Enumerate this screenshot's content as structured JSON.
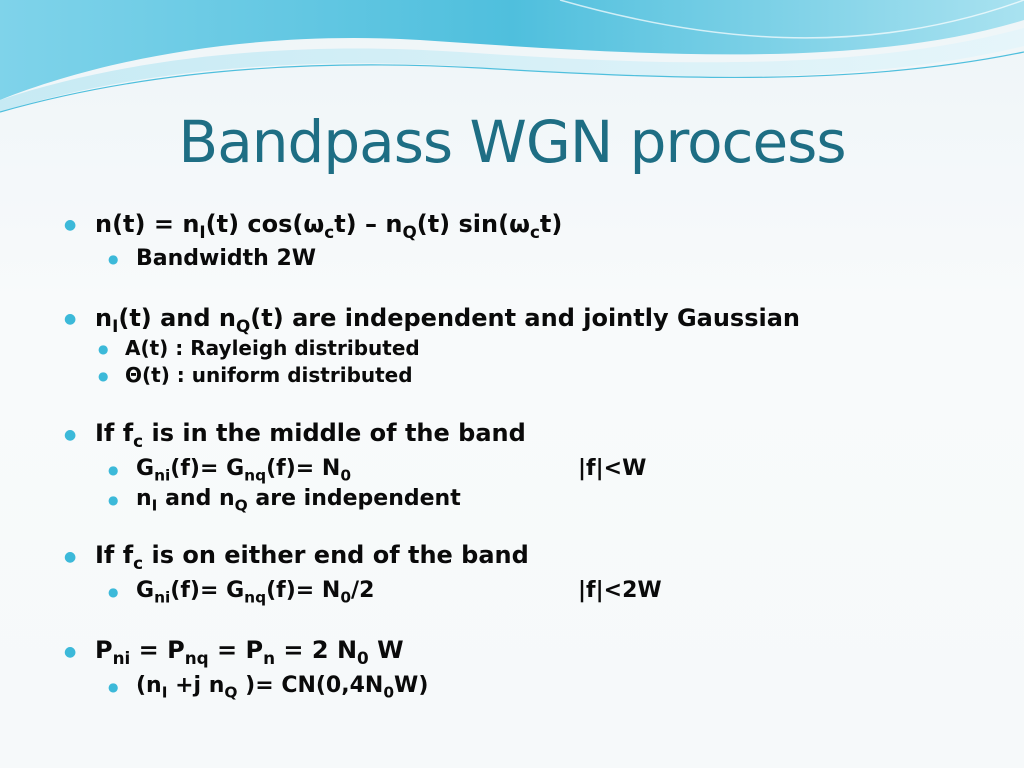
{
  "title": "Bandpass WGN process",
  "colors": {
    "title": "#1e6e84",
    "bullet": "#3cb9d9",
    "wave": "#5bc6e0"
  },
  "bullets": {
    "b1": {
      "p1": "n(t) = n",
      "s1": "I",
      "p2": "(t) cos(ω",
      "s2": "c",
      "p3": "t) – n",
      "s3": "Q",
      "p4": "(t) sin(ω",
      "s4": "c",
      "p5": "t)"
    },
    "b1a": "Bandwidth 2W",
    "b2": {
      "p1": "n",
      "s1": "I",
      "p2": "(t) and n",
      "s2": "Q",
      "p3": "(t) are independent  and jointly Gaussian"
    },
    "b2a": "A(t) : Rayleigh distributed",
    "b2b": "Θ(t) : uniform distributed",
    "b3": {
      "p1": "If f",
      "s1": "c",
      "p2": " is in the middle of the band"
    },
    "b3a": {
      "p1": "G",
      "s1": "ni",
      "p2": "(f)= G",
      "s2": "nq",
      "p3": "(f)= N",
      "s3": "0",
      "tail": "|f|<W"
    },
    "b3b": {
      "p1": "n",
      "s1": "I",
      "p2": " and n",
      "s2": "Q",
      "p3": " are independent"
    },
    "b4": {
      "p1": "If f",
      "s1": "c",
      "p2": " is on either end of the band"
    },
    "b4a": {
      "p1": "G",
      "s1": "ni",
      "p2": "(f)= G",
      "s2": "nq",
      "p3": "(f)= N",
      "s3": "0",
      "p4": "/2",
      "tail": "|f|<2W"
    },
    "b5": {
      "p1": "P",
      "s1": "ni",
      "p2": " = P",
      "s2": "nq",
      "p3": " = P",
      "s3": "n",
      "p4": " = 2 N",
      "s4": "0",
      "p5": " W"
    },
    "b5a": {
      "p1": "(n",
      "s1": "I",
      "p2": " +j n",
      "s2": "Q",
      "p3": " )= CN(0,4N",
      "s3": "0",
      "p4": "W)"
    }
  }
}
